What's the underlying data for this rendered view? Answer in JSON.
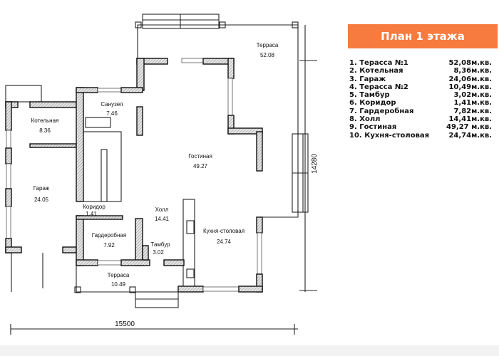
{
  "title": "План 1 этажа",
  "accent_color": "#f77a3e",
  "legend": [
    {
      "name": "1. Терасса №1",
      "area": "52,08м.кв."
    },
    {
      "name": "2. Котельная",
      "area": "8,36м.кв."
    },
    {
      "name": "3. Гараж",
      "area": "24,06м.кв."
    },
    {
      "name": "4. Терасса №2",
      "area": "10,49м.кв."
    },
    {
      "name": "5. Тамбур",
      "area": "3,02м.кв."
    },
    {
      "name": "6. Коридор",
      "area": "1,41м.кв."
    },
    {
      "name": "7. Гардеробная",
      "area": "7,82м.кв."
    },
    {
      "name": "8. Холл",
      "area": "14,41м.кв."
    },
    {
      "name": "9. Гостиная",
      "area": "49,27 м.кв."
    },
    {
      "name": "10. Кухня-столовая",
      "area": "24,74м.кв."
    }
  ],
  "rooms": {
    "terrace1": {
      "name": "Терраса",
      "area": "52.08"
    },
    "boiler": {
      "name": "Котельная",
      "area": "8.36"
    },
    "bath": {
      "name": "Санузел",
      "area": "7.46"
    },
    "living": {
      "name": "Гостиная",
      "area": "49.27"
    },
    "garage": {
      "name": "Гараж",
      "area": "24.05"
    },
    "corridor": {
      "name": "Коридор",
      "area": "1.41"
    },
    "hall": {
      "name": "Холл",
      "area": "14.41"
    },
    "wardrobe": {
      "name": "Гардеробная",
      "area": "7.92"
    },
    "vestibule": {
      "name": "Тамбур",
      "area": "3.02"
    },
    "kitchen": {
      "name": "Кухня-столовая",
      "area": "24.74"
    },
    "terrace2": {
      "name": "Терраса",
      "area": "10.49"
    }
  },
  "dimensions": {
    "width": "15500",
    "depth": "14280"
  }
}
